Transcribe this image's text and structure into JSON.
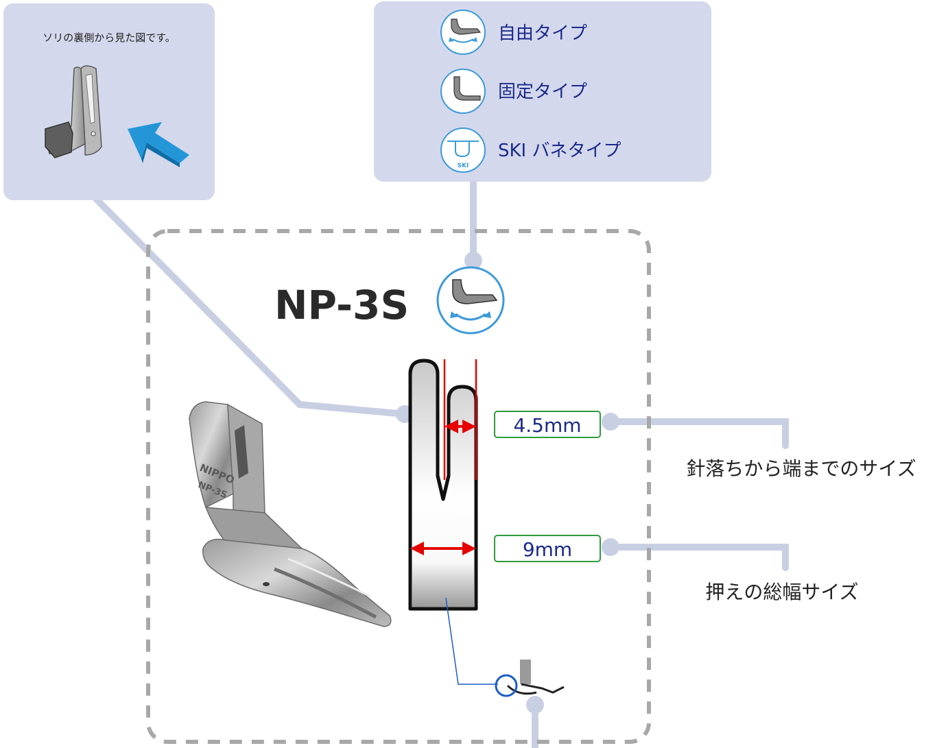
{
  "top_left_box": {
    "caption": "ソリの裏側から見た図です。"
  },
  "type_legend": {
    "items": [
      {
        "label": "自由タイプ",
        "icon": "free-type-icon"
      },
      {
        "label": "固定タイプ",
        "icon": "fixed-type-icon"
      },
      {
        "label": "SKI バネタイプ",
        "icon": "ski-spring-type-icon",
        "icon_text": "SKI"
      }
    ]
  },
  "product": {
    "model": "NP-3S",
    "type_icon": "free-type-icon",
    "engraving_line1": "NIPPO",
    "engraving_line2": "NP-3S"
  },
  "dimensions": [
    {
      "value": "4.5mm",
      "description": "針落ちから端までのサイズ"
    },
    {
      "value": "9mm",
      "description": "押えの総幅サイズ"
    }
  ],
  "colors": {
    "panel_bg": "#d4d8ec",
    "connector": "#c9cfe3",
    "icon_blue": "#3c9ad8",
    "arrow_red": "#e60000",
    "box_border": "#2e9a3a",
    "value_text": "#1a2a8a",
    "dash_border": "#a8a8a8",
    "title_text": "#2a2a2a"
  }
}
